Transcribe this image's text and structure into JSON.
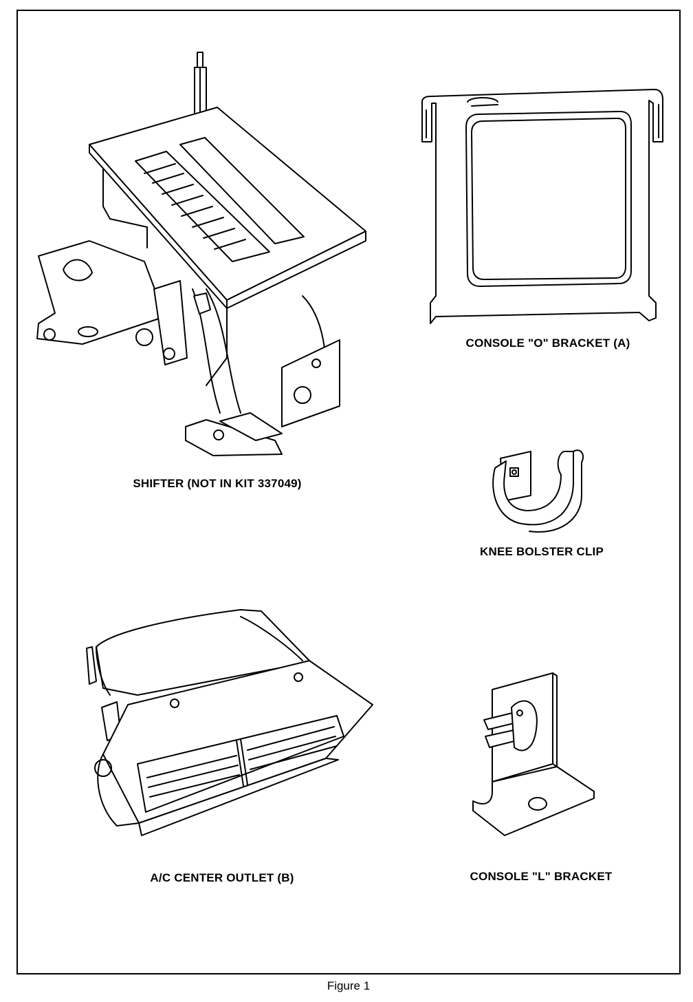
{
  "figure": {
    "caption": "Figure 1"
  },
  "parts": {
    "shifter": {
      "label": "SHIFTER (NOT IN KIT 337049)",
      "icon": "shifter-drawing"
    },
    "o_bracket": {
      "label": "CONSOLE \"O\" BRACKET (A)",
      "icon": "o-bracket-drawing"
    },
    "knee_clip": {
      "label": "KNEE BOLSTER CLIP",
      "icon": "knee-clip-drawing"
    },
    "ac_outlet": {
      "label": "A/C CENTER OUTLET (B)",
      "icon": "ac-outlet-drawing"
    },
    "l_bracket": {
      "label": "CONSOLE \"L\" BRACKET",
      "icon": "l-bracket-drawing"
    }
  }
}
